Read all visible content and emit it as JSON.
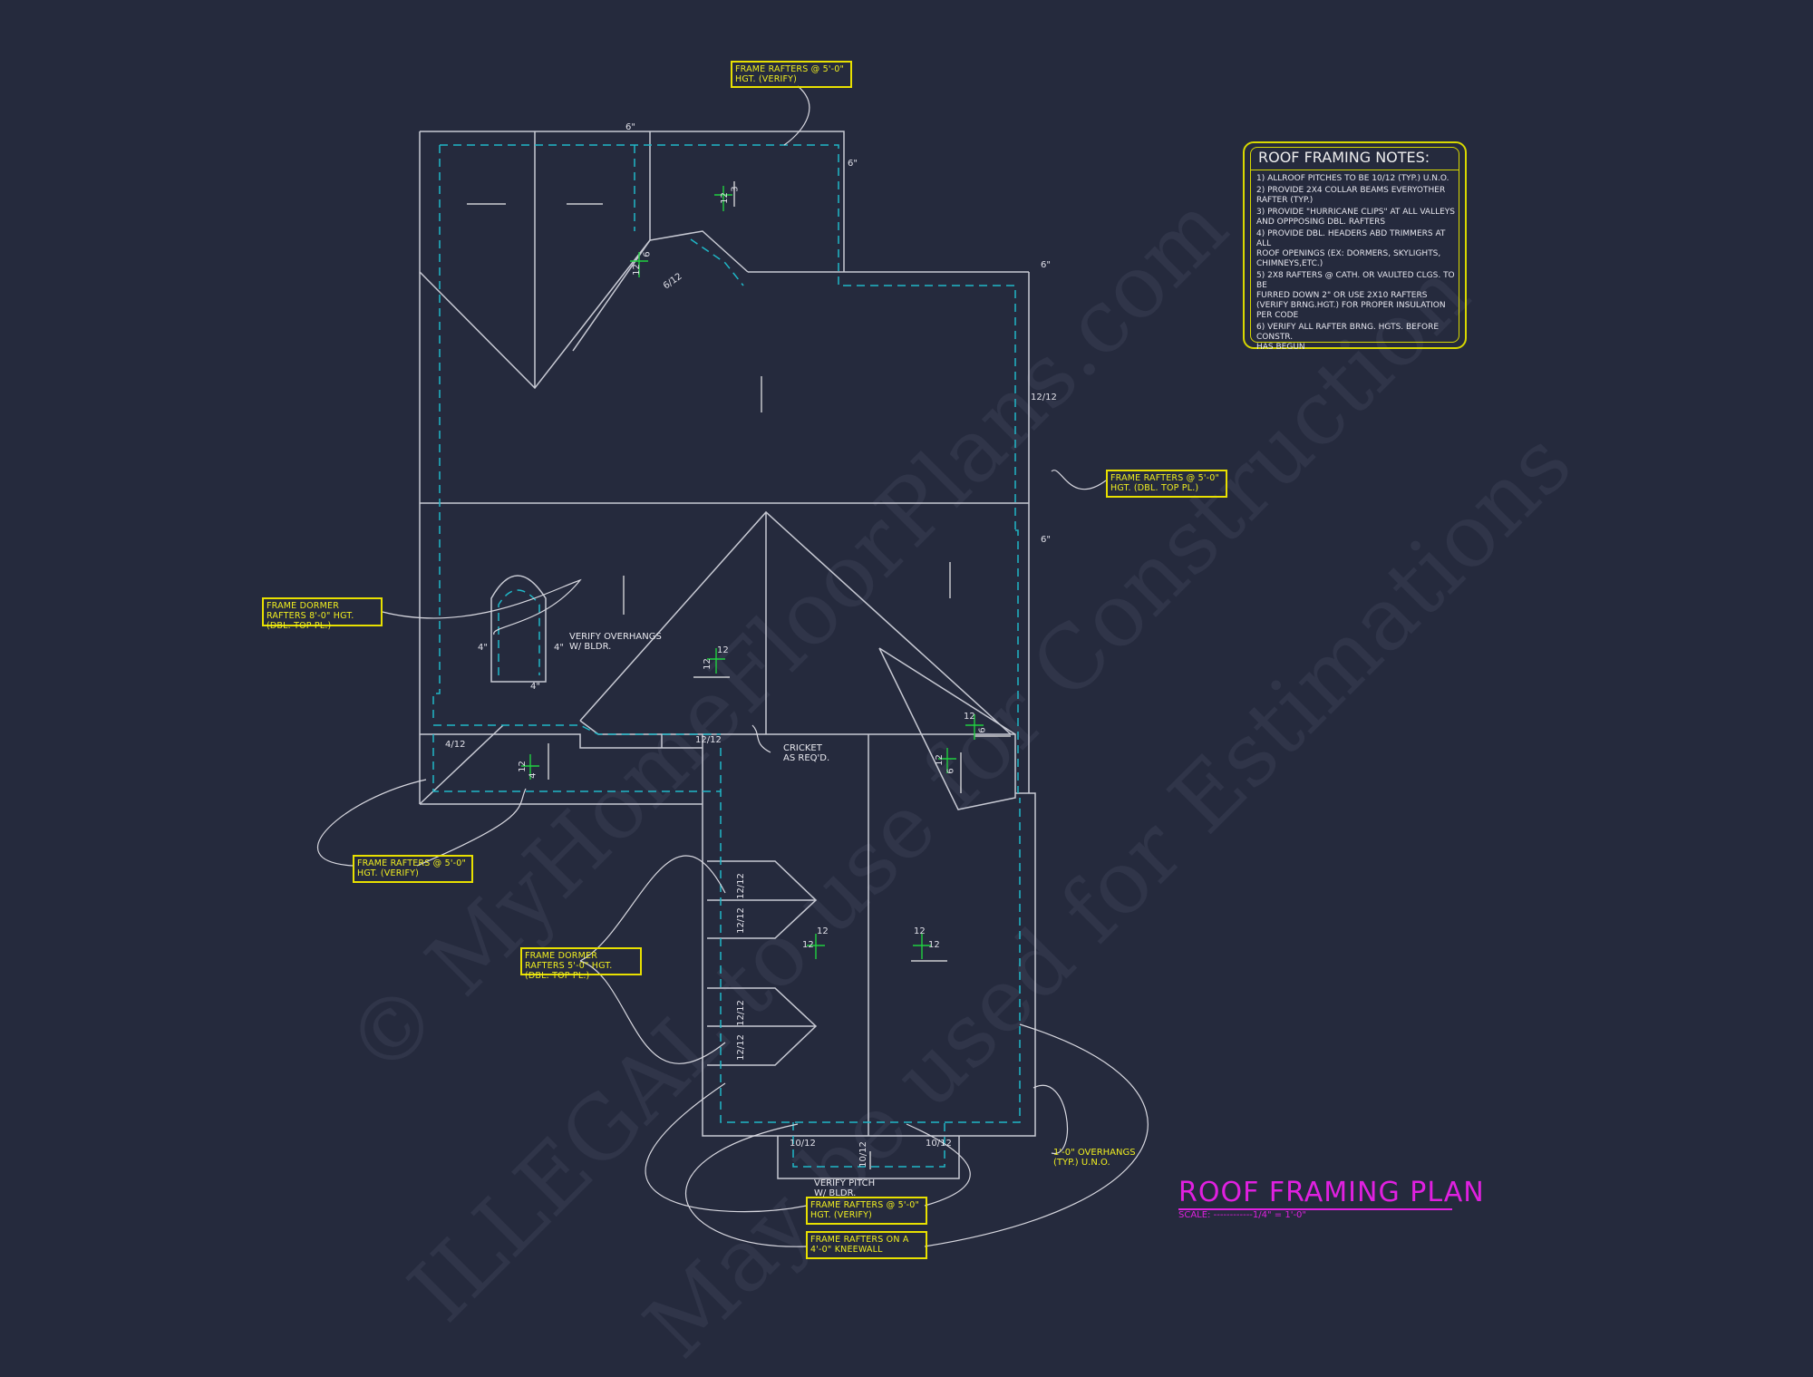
{
  "watermarks": [
    "© MyHomeFloorPlans.com",
    "ILLEGAL to use for Construction",
    "May be used for Estimations"
  ],
  "notes": {
    "title": "ROOF FRAMING NOTES:",
    "items": [
      "1) ALLROOF PITCHES TO BE 10/12 (TYP.) U.N.O.",
      "2) PROVIDE 2x4 COLLAR BEAMS EVERYOTHER\n   RAFTER (TYP.)",
      "3) PROVIDE \"HURRICANE CLIPS\" AT ALL VALLEYS\n   AND OPPPOSING DBL. RAFTERS",
      "4) PROVIDE DBL. HEADERS ABD TRIMMERS AT ALL\n   ROOF OPENINGS (EX: DORMERS, SKYLIGHTS,\n   CHIMNEYS,ETC.)",
      "5) 2x8 RAFTERS @ CATH. OR VAULTED CLGS. TO BE\n   FURRED DOWN 2\" OR USE 2x10 RAFTERS\n   (VERIFY BRNG.HGT.) FOR PROPER INSULATION\n   PER CODE",
      "6) VERIFY ALL RAFTER BRNG. HGTS. BEFORE CONSTR.\n   HAS BEGUN"
    ]
  },
  "callouts": {
    "top": "FRAME RAFTERS @ 5'-0\" HGT. (VERIFY)",
    "right": "FRAME RAFTERS @ 5'-0\" HGT. (DBL. TOP PL.)",
    "dormer_left": "FRAME DORMER RAFTERS 8'-0\" HGT. (DBL. TOP PL.)",
    "left_low": "FRAME RAFTERS @ 5'-0\" HGT. (VERIFY)",
    "dormer_mid": "FRAME DORMER RAFTERS 5'-0\" HGT. (DBL. TOP PL.)",
    "bottom_1": "FRAME RAFTERS @ 5'-0\" HGT. (VERIFY)",
    "bottom_2": "FRAME RAFTERS ON A 4'-0\" KNEEWALL"
  },
  "annotations": {
    "verify_overhangs": "VERIFY OVERHANGS\nW/ BLDR.",
    "cricket": "CRICKET\nAS REQ'D.",
    "overhangs_typ": "1'-0\" OVERHANGS\n(TYP.) U.N.O.",
    "verify_pitch": "VERIFY PITCH\nW/ BLDR."
  },
  "pitch_labels": {
    "p_4_12": "4/12",
    "p_12_12_mid": "12/12",
    "p_12_12_right": "12/12",
    "p_6_12": "6/12",
    "p_10_12_a": "10/12",
    "p_10_12_b": "10/12",
    "p_10_12_c": "10/12",
    "p_12_12_d1": "12/12",
    "p_12_12_d2": "12/12",
    "p_12_12_d3": "12/12",
    "p_12_12_d4": "12/12",
    "num_12": "12",
    "num_6": "6",
    "num_3": "3",
    "num_4": "4",
    "dim_6": "6\"",
    "dim_4": "4\""
  },
  "plan_title": "ROOF FRAMING PLAN",
  "scale": "SCALE: ------------1/4\" = 1'-0\"",
  "colors": {
    "background": "#252a3d",
    "roof_lines": "#c8cad4",
    "wall_dashed": "#20b8c8",
    "callout": "#e8e000",
    "title": "#e020e0",
    "pitch_mark": "#20d040"
  }
}
